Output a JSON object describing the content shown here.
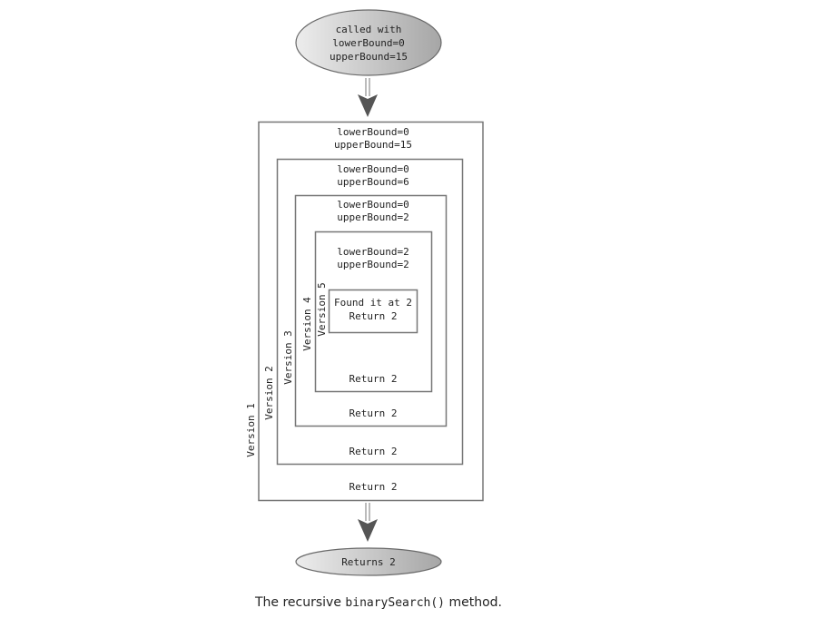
{
  "diagram": {
    "start_node": {
      "lines": [
        "called with",
        "lowerBound=0",
        "upperBound=15"
      ]
    },
    "end_node": {
      "label": "Returns 2"
    },
    "versions": [
      {
        "name": "Version 1",
        "lines": [
          "lowerBound=0",
          "upperBound=15"
        ],
        "return": "Return 2"
      },
      {
        "name": "Version 2",
        "lines": [
          "lowerBound=0",
          "upperBound=6"
        ],
        "return": "Return 2"
      },
      {
        "name": "Version 3",
        "lines": [
          "lowerBound=0",
          "upperBound=2"
        ],
        "return": "Return 2"
      },
      {
        "name": "Version 4",
        "lines": [
          "lowerBound=2",
          "upperBound=2"
        ],
        "return": "Return 2"
      },
      {
        "name": "Version 5",
        "lines": [
          "Found it at 2",
          "Return 2"
        ]
      }
    ],
    "colors": {
      "box_stroke": "#777777",
      "ellipse_fill_light": "#e6e6e6",
      "ellipse_fill_dark": "#a9a9a9",
      "arrow": "#555555"
    }
  },
  "caption": {
    "prefix": "The recursive ",
    "code": "binarySearch()",
    "suffix": " method."
  }
}
